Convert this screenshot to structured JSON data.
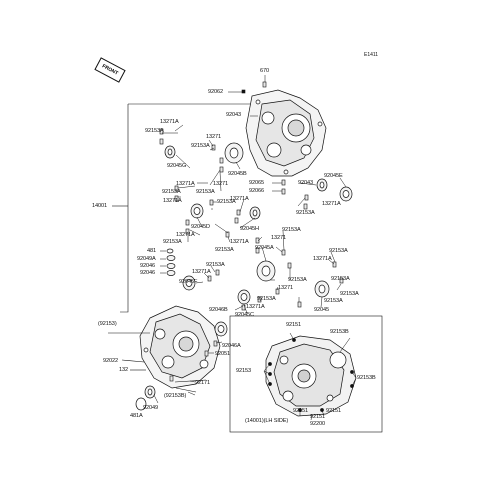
{
  "ref_code": "E1411",
  "front_label": "FRONT",
  "inset_caption": "(14001)(LH SIDE)",
  "labels": {
    "l670": "670",
    "l92062": "92062",
    "l92043a": "92043",
    "l13271a1": "13271A",
    "l92153a1": "92153A",
    "l13271_1": "13271",
    "l92153a2": "92153A",
    "l92045g": "92045G",
    "l92045b": "92045B",
    "l13271a2": "13271A",
    "l13271_2": "13271",
    "l92153a3": "92153A",
    "l92065": "92065",
    "l92066": "92066",
    "l92043b": "92043",
    "l92045e": "92045E",
    "l92153a4": "92153A",
    "l14001": "14001",
    "l13271a3": "13271A",
    "l92153a5": "92153A",
    "l13271a4": "13271A",
    "l92153a6": "92153A",
    "l92045d": "92045D",
    "l92045h": "92045H",
    "l13271a5": "13271A",
    "l92153a7": "92153A",
    "l13271a6": "13271A",
    "l92153a8": "92153A",
    "l13271a7": "13271A",
    "l92153a9": "92153A",
    "l92153a10": "92153A",
    "l13271_3": "13271",
    "l92045a": "92045A",
    "l481": "481",
    "l92049a": "92049A",
    "l92046a": "92046",
    "l92046b": "92046",
    "l92153a11": "92153A",
    "l13271a8": "13271A",
    "l13271a9": "13271A",
    "l92045f": "92045F",
    "l92153a12": "92153A",
    "l92153a13": "92153A",
    "l92153a14": "92153A",
    "l13271_4": "13271",
    "l92153a15": "92153A",
    "l92153a16": "92153A",
    "l92045c": "92045C",
    "l92046b2": "92046B",
    "l13271a10": "13271A",
    "l92045": "92045",
    "l92153p": "(92153)",
    "l92046a2": "92046A",
    "l92051": "92051",
    "l92022": "92022",
    "l132": "132",
    "l92171": "92171",
    "l92153bp": "(92153B)",
    "l92049": "92049",
    "l481a": "481A",
    "l92151a": "92151",
    "l92153b1": "92153B",
    "l92153i": "92153",
    "l92153b2": "92153B",
    "l92151b": "92151",
    "l92151c": "92151",
    "l92151d": "92151",
    "l92200": "92200"
  },
  "colors": {
    "line": "#111111",
    "part_fill": "#f2f2f2",
    "part_shade": "#9a9a9a"
  }
}
